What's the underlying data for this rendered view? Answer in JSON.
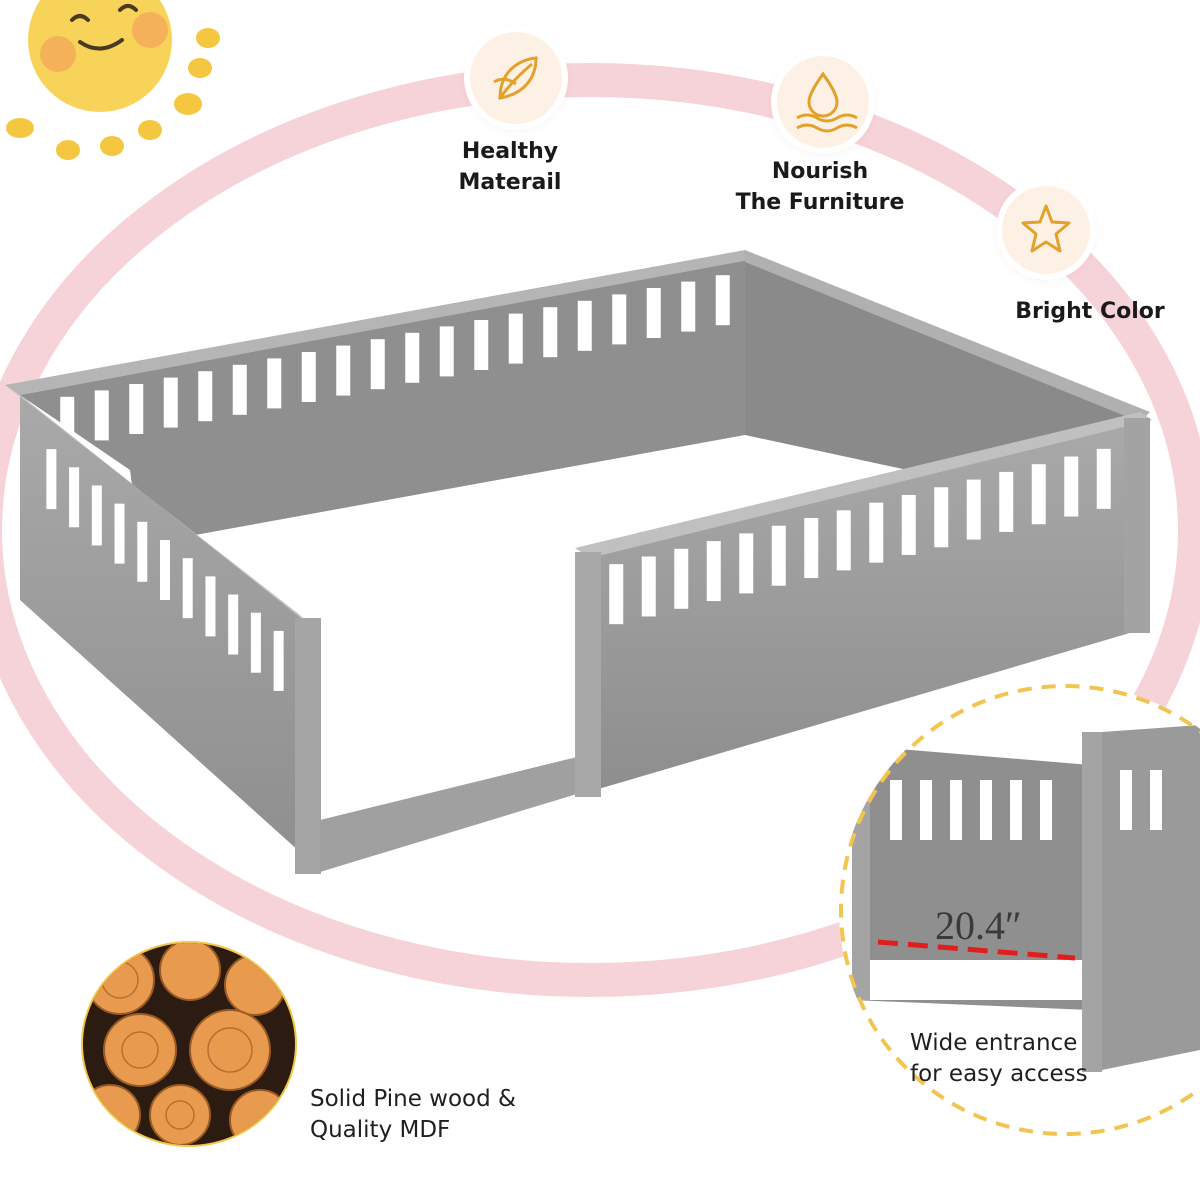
{
  "features": [
    {
      "icon": "leaf-icon",
      "line1": "Healthy",
      "line2": "Materail"
    },
    {
      "icon": "water-drop-icon",
      "line1": "Nourish",
      "line2": "The Furniture"
    },
    {
      "icon": "star-icon",
      "line1": "Bright Color"
    }
  ],
  "material": {
    "line1": "Solid Pine wood &",
    "line2": "Quality MDF"
  },
  "entrance": {
    "measurement": "20.4″",
    "line1": "Wide entrance",
    "line2": "for easy access"
  },
  "colors": {
    "bed_gray": "#9a9a9a",
    "pink_ring": "#f6d3d9",
    "icon_gold": "#e3a12a",
    "dashed_ring": "#f2c451",
    "measure_red": "#e01e1e"
  }
}
